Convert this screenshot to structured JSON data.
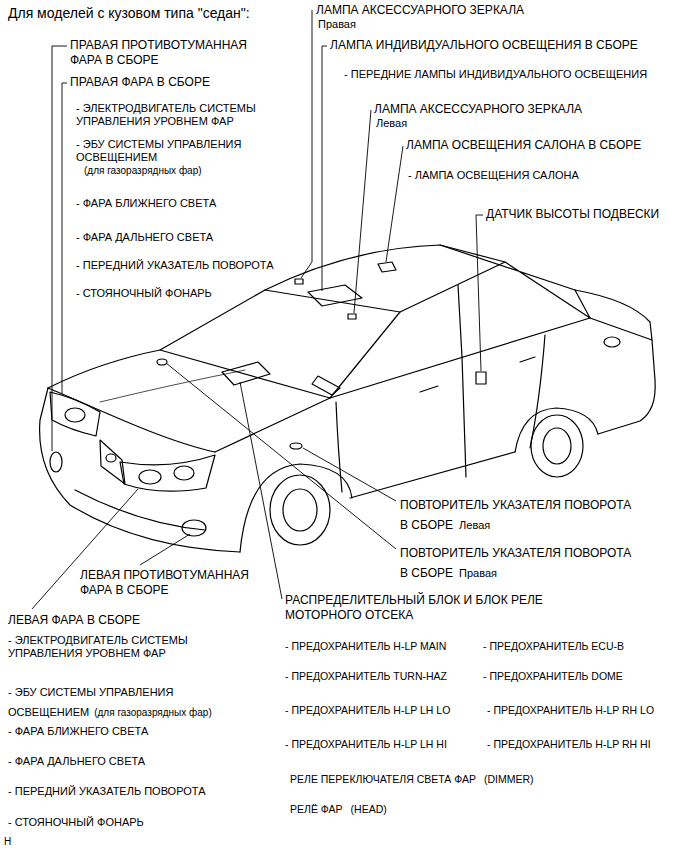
{
  "diagram": {
    "title": "Для моделей с кузовом типа \"седан\":",
    "labels": [
      "ЛАМПА АКСЕССУАРНОГО ЗЕРКАЛА",
      "Правая",
      "ПРАВАЯ ПРОТИВОТУМАННАЯ ФАРА В СБОРЕ",
      "ЛАМПА ИНДИВИДУАЛЬНОГО ОСВЕЩЕНИЯ В СБОРЕ",
      "- ПЕРЕДНИЕ ЛАМПЫ ИНДИВИДУАЛЬНОГО ОСВЕЩЕНИЯ",
      "ПРАВАЯ ФАРА В СБОРЕ",
      "- ЭЛЕКТРОДВИГАТЕЛЬ СИСТЕМЫ УПРАВЛЕНИЯ УРОВНЕМ ФАР",
      "ЛАМПА АКСЕССУАРНОГО ЗЕРКАЛА",
      "Левая",
      "- ЭБУ СИСТЕМЫ УПРАВЛЕНИЯ ОСВЕЩЕНИЕМ",
      "ЛАМПА ОСВЕЩЕНИЯ САЛОНА В СБОРЕ",
      "(для газоразрядных фар)",
      "- ЛАМПА ОСВЕЩЕНИЯ САЛОНА",
      "- ФАРА БЛИЖНЕГО СВЕТА",
      "ДАТЧИК ВЫСОТЫ ПОДВЕСКИ",
      "- ФАРА ДАЛЬНЕГО СВЕТА",
      "- ПЕРЕДНИЙ УКАЗАТЕЛЬ ПОВОРОТА",
      "- СТОЯНОЧНЫЙ ФОНАРЬ",
      "ПОВТОРИТЕЛЬ УКАЗАТЕЛЯ ПОВОРОТА В СБОРЕ",
      "Левая",
      "ПОВТОРИТЕЛЬ УКАЗАТЕЛЯ ПОВОРОТА В СБОРЕ",
      "Правая",
      "ЛЕВАЯ ПРОТИВОТУМАННАЯ ФАРА В СБОРЕ",
      "РАСПРЕДЕЛИТЕЛЬНЫЙ БЛОК И БЛОК РЕЛЕ МОТОРНОГО ОТСЕКА",
      "ЛЕВАЯ ФАРА В СБОРЕ",
      "- ЭЛЕКТРОДВИГАТЕЛЬ СИСТЕМЫ УПРАВЛЕНИЯ УРОВНЕМ ФАР",
      "- ПРЕДОХРАНИТЕЛЬ H-LP MAIN",
      "- ПРЕДОХРАНИТЕЛЬ ECU-B",
      "- ПРЕДОХРАНИТЕЛЬ TURN-HAZ",
      "- ПРЕДОХРАНИТЕЛЬ DOME",
      "- ЭБУ СИСТЕМЫ УПРАВЛЕНИЯ ОСВЕЩЕНИЕМ",
      "(для газоразрядных фар)",
      "- ПРЕДОХРАНИТЕЛЬ H-LP LH LO",
      "- ПРЕДОХРАНИТЕЛЬ H-LP RH LO",
      "- ФАРА БЛИЖНЕГО СВЕТА",
      "- ПРЕДОХРАНИТЕЛЬ H-LP LH HI",
      "- ПРЕДОХРАНИТЕЛЬ H-LP RH HI",
      "- ФАРА ДАЛЬНЕГО СВЕТА",
      "РЕЛЕ ПЕРЕКЛЮЧАТЕЛЯ СВЕТА ФАР",
      "(DIMMER)",
      "РЕЛЁ ФАР",
      "(HEAD)",
      "- ПЕРЕДНИЙ УКАЗАТЕЛЬ ПОВОРОТА",
      "- СТОЯНОЧНЫЙ ФОНАРЬ",
      "H"
    ]
  }
}
